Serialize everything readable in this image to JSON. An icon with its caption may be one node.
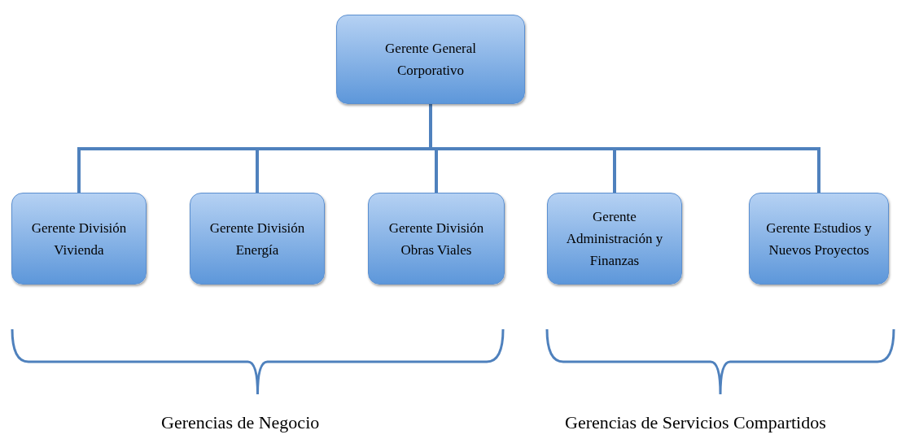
{
  "diagram": {
    "nodes": [
      {
        "text": [
          "Gerente General Corporativo"
        ]
      },
      {
        "text": [
          "Gerente División Vivienda"
        ]
      },
      {
        "text": [
          "Gerente División Energía"
        ]
      },
      {
        "text": [
          "Gerente División Obras Viales"
        ]
      },
      {
        "text": [
          "Gerente Administración y Finanzas"
        ]
      },
      {
        "text": [
          "Gerente Estudios y Nuevos Proyectos"
        ]
      }
    ],
    "edges": [
      {
        "from": 0,
        "to": 1,
        "arrow": "none"
      },
      {
        "from": 0,
        "to": 2,
        "arrow": "none"
      },
      {
        "from": 0,
        "to": 3,
        "arrow": "none"
      },
      {
        "from": 0,
        "to": 4,
        "arrow": "none"
      },
      {
        "from": 0,
        "to": 5,
        "arrow": "none"
      }
    ],
    "labels": [
      "Gerencias de Negocio",
      "Gerencias de Servicios Compartidos"
    ]
  }
}
